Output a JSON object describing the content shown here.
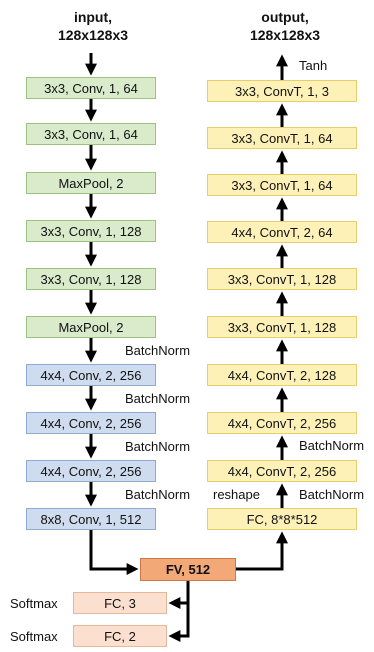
{
  "encoder": {
    "title_line1": "input,",
    "title_line2": "128x128x3",
    "layers": [
      "3x3, Conv, 1, 64",
      "3x3, Conv, 1, 64",
      "MaxPool, 2",
      "3x3, Conv, 1, 128",
      "3x3, Conv, 1, 128",
      "MaxPool, 2",
      "4x4, Conv, 2, 256",
      "4x4, Conv, 2, 256",
      "4x4, Conv, 2, 256",
      "8x8, Conv, 1, 512"
    ],
    "batchnorm_labels": [
      "BatchNorm",
      "BatchNorm",
      "BatchNorm",
      "BatchNorm"
    ]
  },
  "decoder": {
    "title_line1": "output,",
    "title_line2": "128x128x3",
    "layers": [
      "3x3, ConvT, 1, 3",
      "3x3, ConvT, 1, 64",
      "3x3, ConvT, 1, 64",
      "4x4, ConvT, 2, 64",
      "3x3, ConvT, 1, 128",
      "3x3, ConvT, 1, 128",
      "4x4, ConvT, 2, 128",
      "4x4, ConvT, 2, 256",
      "4x4, ConvT, 2, 256",
      "FC, 8*8*512"
    ],
    "tanh_label": "Tanh",
    "batchnorm_labels": [
      "BatchNorm",
      "BatchNorm"
    ],
    "reshape_label": "reshape"
  },
  "bottleneck": {
    "label": "FV, 512"
  },
  "heads": [
    {
      "label": "FC, 3",
      "activation": "Softmax"
    },
    {
      "label": "FC, 2",
      "activation": "Softmax"
    }
  ],
  "colors": {
    "conv": "#d9ebcb",
    "pool": "#d9ebcb",
    "conv_strided": "#cfdcef",
    "convT": "#fdf1b7",
    "fv": "#f2a877",
    "head": "#fbe0d0"
  }
}
